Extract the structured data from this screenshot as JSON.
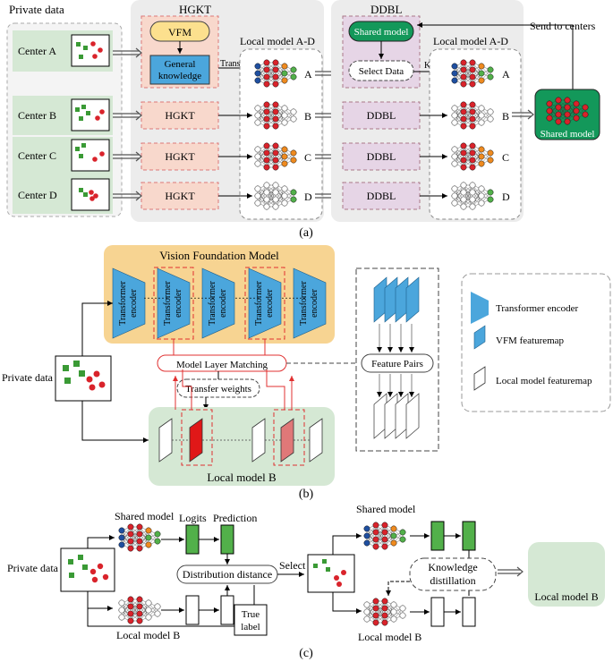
{
  "panel_a": {
    "private_data": "Private data",
    "hgkt_title": "HGKT",
    "ddbl_title": "DDBL",
    "send_to_centers": "Send to centers",
    "vfm": "VFM",
    "general_knowledge_1": "General",
    "general_knowledge_2": "knowledge",
    "transfer": "Transfer",
    "local_model_ad_1": "Local model A-D",
    "local_model_ad_2": "Local model A-D",
    "shared_model": "Shared model",
    "select_data": "Select Data",
    "kd": "KD",
    "shared_model_2": "Shared model",
    "centers": [
      "Center A",
      "Center B",
      "Center C",
      "Center D"
    ],
    "hgkt_box": "HGKT",
    "ddbl_box": "DDBL",
    "node_labels": [
      "A",
      "B",
      "C",
      "D"
    ],
    "caption": "(a)"
  },
  "panel_b": {
    "vfm_title": "Vision Foundation Model",
    "transformer_1": "Transformer",
    "transformer_2": "encoder",
    "dots": "·······",
    "model_layer_matching": "Model Layer Matching",
    "transfer_weights": "Transfer weights",
    "feature_pairs": "Feature Pairs",
    "private_data": "Private data",
    "local_model_b": "Local model B",
    "legend": {
      "transformer_encoder": "Transformer encoder",
      "vfm_featuremap": "VFM featuremap",
      "local_featuremap": "Local model featuremap"
    },
    "caption": "(b)"
  },
  "panel_c": {
    "shared_model_left": "Shared model",
    "logits": "Logits",
    "prediction": "Prediction",
    "private_data": "Private data",
    "distribution_distance": "Distribution distance",
    "select": "Select",
    "local_model_b_left": "Local model B",
    "true_label_1": "True",
    "true_label_2": "label",
    "shared_model_right": "Shared model",
    "knowledge_1": "Knowledge",
    "knowledge_2": "distillation",
    "local_model_b_right": "Local model B",
    "local_model_b_out": "Local model B",
    "caption": "(c)"
  },
  "colors": {
    "green_panel": "#d5e8d4",
    "gray_panel": "#ececec",
    "pink_box": "#f8d8cc",
    "purple_box": "#e6d5e6",
    "vfm_orange": "#f7d492",
    "vfm_yellow": "#fce08e",
    "blue_box": "#4ba6dc",
    "shared_green": "#13985a",
    "node_blue": "#1f4fa0",
    "node_red": "#d9232b",
    "node_orange": "#ee8a1f",
    "node_green": "#52b04a",
    "red_line": "#e03030"
  }
}
